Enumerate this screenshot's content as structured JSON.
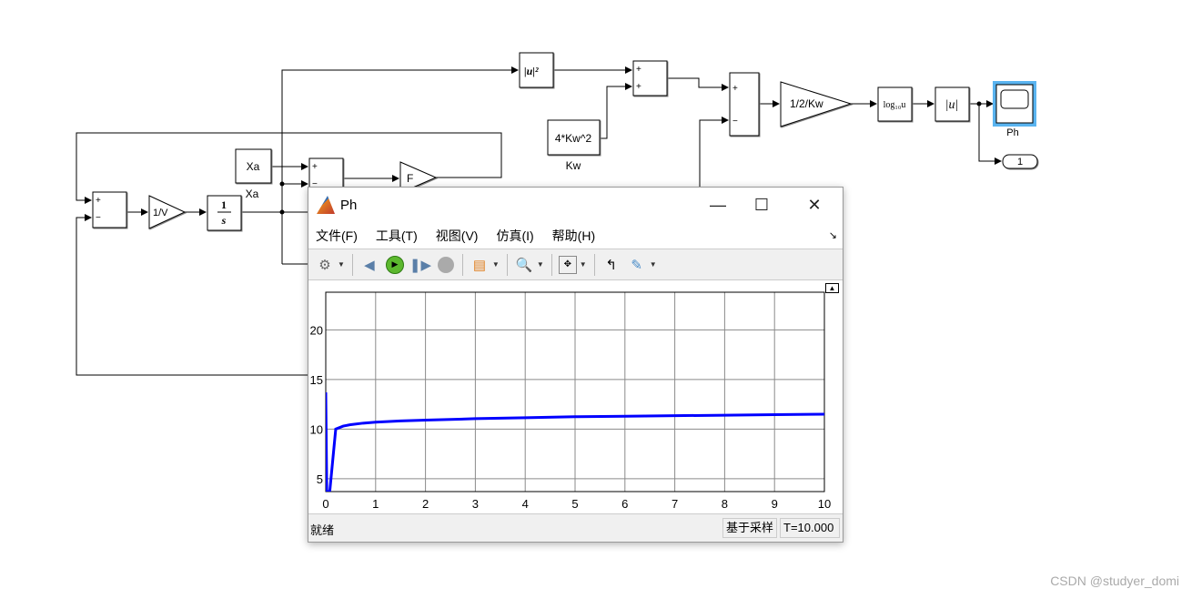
{
  "diagram": {
    "blocks": {
      "abs_sq": "|u|²",
      "const_4kw2": "4*Kw^2",
      "const_4kw2_caption": "Kw",
      "gain_half_kw": "1/2/Kw",
      "log10": "log₁₀u",
      "abs": "|u|",
      "scope_caption": "Ph",
      "outport": "1",
      "xa": "Xa",
      "xa_caption": "Xa",
      "gain_f": "F",
      "gain_1v": "1/V",
      "integrator_num": "1",
      "integrator_den": "s",
      "plus": "+",
      "minus": "−"
    }
  },
  "scope_window": {
    "title": "Ph",
    "menu": [
      "文件(F)",
      "工具(T)",
      "视图(V)",
      "仿真(I)",
      "帮助(H)"
    ],
    "toolbar_icons": [
      "gear-icon",
      "step-back-icon",
      "run-icon",
      "step-forward-icon",
      "stop-icon",
      "signal-select-icon",
      "zoom-in-icon",
      "fit-to-view-icon",
      "trigger-icon",
      "measure-icon"
    ],
    "status": {
      "left": "就绪",
      "mode": "基于采样",
      "time": "T=10.000"
    }
  },
  "chart_data": {
    "type": "line",
    "title": "",
    "xlabel": "",
    "ylabel": "",
    "xlim": [
      0,
      10
    ],
    "ylim": [
      3.7,
      23.8
    ],
    "xticks": [
      "0",
      "1",
      "2",
      "3",
      "4",
      "5",
      "6",
      "7",
      "8",
      "9",
      "10"
    ],
    "yticks": [
      "5",
      "10",
      "15",
      "20"
    ],
    "grid": true,
    "series": [
      {
        "name": "Ph",
        "color": "#0000ff",
        "x": [
          0,
          0.02,
          0.08,
          0.2,
          0.35,
          0.5,
          0.75,
          1,
          1.5,
          2,
          3,
          4,
          5,
          6,
          7,
          8,
          9,
          10
        ],
        "y": [
          13.7,
          3.7,
          3.7,
          10.0,
          10.3,
          10.45,
          10.6,
          10.7,
          10.82,
          10.9,
          11.05,
          11.15,
          11.25,
          11.3,
          11.35,
          11.4,
          11.45,
          11.5
        ]
      }
    ]
  },
  "watermark": "CSDN @studyer_domi"
}
